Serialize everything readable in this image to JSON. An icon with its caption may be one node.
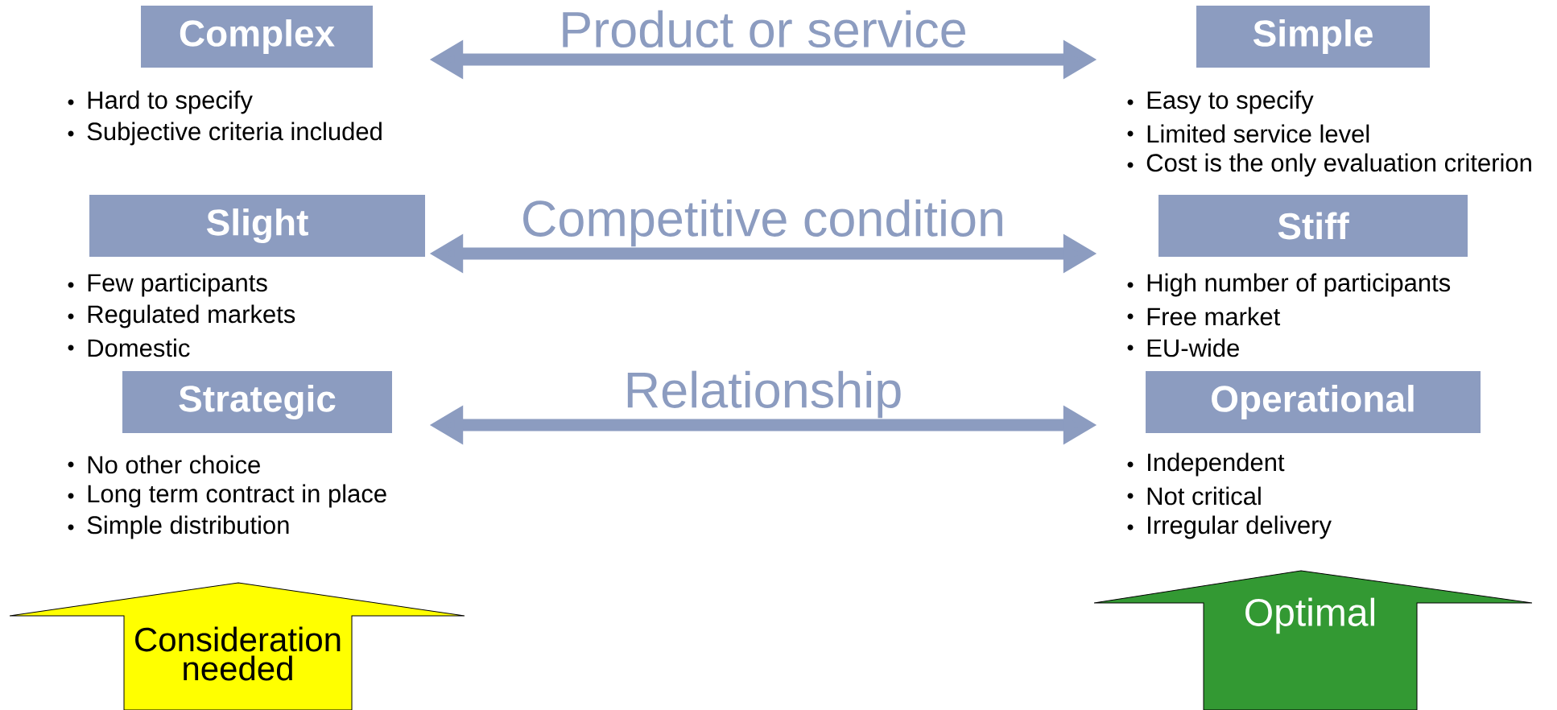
{
  "diagram": {
    "nodes": [
      {
        "text": [
          "Complex"
        ],
        "beside": [
          "Hard to specify",
          "Subjective criteria included"
        ]
      },
      {
        "text": [
          "Simple"
        ],
        "beside": [
          "Easy to specify",
          "Limited service level",
          "Cost is the only evaluation criterion"
        ]
      },
      {
        "text": [
          "Slight"
        ],
        "beside": [
          "Few participants",
          "Regulated markets",
          "Domestic"
        ]
      },
      {
        "text": [
          "Stiff"
        ],
        "beside": [
          "High number of participants",
          "Free market",
          "EU-wide"
        ]
      },
      {
        "text": [
          "Strategic"
        ],
        "beside": [
          "No other choice",
          "Long term contract in place",
          "Simple distribution"
        ]
      },
      {
        "text": [
          "Operational"
        ],
        "beside": [
          "Independent",
          "Not critical",
          "Irregular delivery"
        ]
      },
      {
        "text": [
          "Consideration needed"
        ]
      },
      {
        "text": [
          "Optimal"
        ]
      }
    ],
    "edges": [
      {
        "from": 0,
        "to": 1,
        "arrow": "both",
        "label": "Product or service"
      },
      {
        "from": 2,
        "to": 3,
        "arrow": "both",
        "label": "Competitive condition"
      },
      {
        "from": 4,
        "to": 5,
        "arrow": "both",
        "label": "Relationship"
      }
    ]
  }
}
